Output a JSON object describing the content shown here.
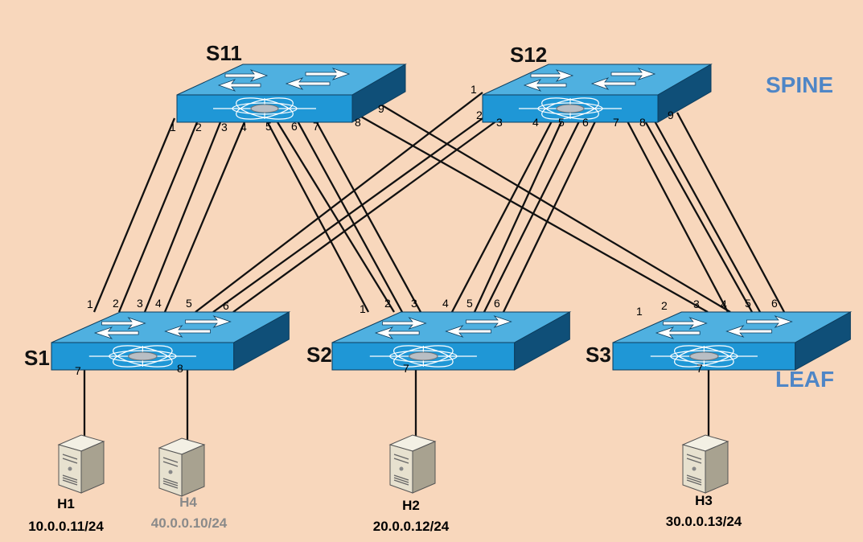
{
  "colors": {
    "background": "#f8d7bc",
    "layer_label": "#4f86c6",
    "host_dim": "#8a8a8a",
    "switch_top": "#4fb0e0",
    "switch_front": "#1f97d6",
    "switch_side": "#0f4f78"
  },
  "layers": {
    "spine": "SPINE",
    "leaf": "LEAF"
  },
  "switches": {
    "s11": {
      "name": "S11",
      "icon": "switch-icon"
    },
    "s12": {
      "name": "S12",
      "icon": "switch-icon"
    },
    "s1": {
      "name": "S1",
      "icon": "switch-icon"
    },
    "s2": {
      "name": "S2",
      "icon": "switch-icon"
    },
    "s3": {
      "name": "S3",
      "icon": "switch-icon"
    }
  },
  "ports": {
    "s11": [
      "1",
      "2",
      "3",
      "4",
      "5",
      "6",
      "7",
      "8",
      "9"
    ],
    "s12": [
      "1",
      "2",
      "3",
      "4",
      "5",
      "6",
      "7",
      "8",
      "9"
    ],
    "s1": [
      "1",
      "2",
      "3",
      "4",
      "5",
      "6",
      "7",
      "8"
    ],
    "s2": [
      "1",
      "2",
      "3",
      "4",
      "5",
      "6",
      "7"
    ],
    "s3": [
      "1",
      "2",
      "3",
      "4",
      "5",
      "6",
      "7"
    ]
  },
  "hosts": {
    "h1": {
      "name": "H1",
      "ip": "10.0.0.11/24",
      "icon": "server-icon"
    },
    "h4": {
      "name": "H4",
      "ip": "40.0.0.10/24",
      "icon": "server-icon"
    },
    "h2": {
      "name": "H2",
      "ip": "20.0.0.12/24",
      "icon": "server-icon"
    },
    "h3": {
      "name": "H3",
      "ip": "30.0.0.13/24",
      "icon": "server-icon"
    }
  }
}
